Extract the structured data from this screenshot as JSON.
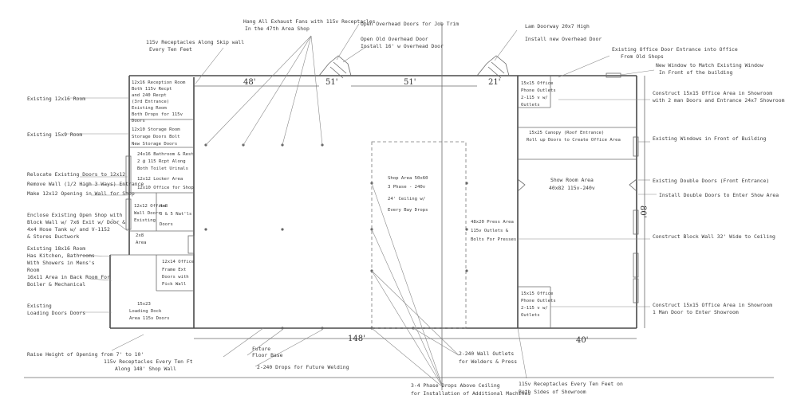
{
  "dimensions": {
    "top_left": "48'",
    "top_mid": "51'",
    "top_small_left": "51'",
    "top_small_right": "21'",
    "bottom_left": "148'",
    "bottom_right": "40'",
    "right_side": "80'"
  },
  "notes_top": {
    "receptacles_skip_wall": "115v Receptacles Along Skip wall",
    "receptacles_skip_wall_2": "Every Ten Feet",
    "exhaust_fans": "Hang All Exhaust Fans with 115v Receptacles",
    "exhaust_fans_2": "In the 47th Area Shop",
    "overhead_doors": "Open Overhead Doors for Job Trim",
    "overhead_doors_2": "Open Old Overhead Door",
    "overhead_doors_3": "Install 16' w Overhead Door",
    "right_door": "Lam Doorway 20x7 High",
    "right_door_2": "Install new Overhead Door",
    "office_entrance": "Existing Office Door Entrance into Office",
    "office_entrance_2": "From Old Shops",
    "new_window": "New Window to Match Existing Window",
    "new_window_2": "In Front of the building"
  },
  "notes_left": {
    "existing_room": "Existing 12x16 Room",
    "existing_room_2": "Existing 15x9 Room",
    "relocate_doors": "Relocate Existing Doors to 12x12",
    "remove_wall": "Remove Wall (1/2 High 3 Ways) Entrance",
    "make_opening": "Make 12x12 Opening in Wall for Shop",
    "enclose_opening": "Enclose Existing Open Shop with",
    "enclose_opening_2": "Block Wall w/ 7x6 Exit w/ Door &",
    "enclose_opening_3": "4x4 Hose Tank w/ and V-1152",
    "enclose_opening_4": "& Stores Ductwork",
    "existing_room_3": "Existing 18x16 Room",
    "existing_room_4": "Has Kitchen, Bathrooms",
    "existing_room_5": "With Showers in Mens's",
    "existing_room_6": "Room",
    "boiler_room": "16x11 Area in Back Room For",
    "boiler_room_2": "Boiler & Mechanical",
    "loading_doors": "Existing",
    "loading_doors_2": "Loading Doors Doors"
  },
  "notes_right": {
    "office_area": "Construct 15x15 Office Area in Showroom",
    "office_area_2": "with 2 man Doors and Entrance 24x7 Showroom",
    "windows_front": "Existing Windows in Front of Building",
    "double_doors": "Existing Double Doors (Front Entrance)",
    "install_double": "Install Double Doors to Enter Show Area",
    "block_wall": "Construct Block Wall 32' Wide to Ceiling",
    "office_area_b": "Construct 15x15 Office Area in Showroom",
    "office_area_b_2": "1 Man Door to Enter Showroom"
  },
  "notes_bottom": {
    "raise_height": "Raise Height of Opening from 7' to 10'",
    "receptacles_shop": "115v Receptacles Every Ten Ft",
    "receptacles_shop_2": "Along 148' Shop Wall",
    "future_bases": "Future",
    "future_bases_2": "Floor Base",
    "drops_future": "2-240 Drops for Future Welding",
    "wall_outlets": "2-240 Wall Outlets",
    "wall_outlets_2": "for Welders & Press",
    "three_phase": "3-4 Phase Drops Above Ceiling",
    "three_phase_2": "for Installation of Additional Machines",
    "receptacles_showroom": "115v Receptacles Every Ten Feet on",
    "receptacles_showroom_2": "Both Sides of Showroom"
  },
  "rooms": {
    "r1": [
      "12x16 Reception Room",
      "Both 115v Recpt",
      "and 240 Recpt",
      "(3rd Entrance)",
      "Existing Room",
      "Both Drops for 115v",
      "Doors"
    ],
    "r2": [
      "12x10 Storage Room",
      "Storage Doors Bolt",
      "New Storage Doors"
    ],
    "r3": [
      "24x16 Bathroom & Rest",
      "2 @ 115 Rcpt Along",
      "Both Toilet Urinals",
      "12x12 Locker Area",
      "12x10 Office for Shop"
    ],
    "r4": [
      "12x12 Office",
      "Wall Doors",
      "Existing"
    ],
    "r5": [
      "4x8",
      "3 & 5 Nat'ls",
      "Doors"
    ],
    "r6": [
      "2x8",
      "Area"
    ],
    "r7": [
      "12x14 Office",
      "Frame Ext",
      "Doors with",
      "Pick Wall"
    ],
    "r8": [
      "15x23",
      "Loading Dock",
      "Area 115v Doors"
    ],
    "shop_area": [
      "Shop Area 50x60",
      "3 Phase - 240v",
      "24' Ceiling w/",
      "Every Bay Drops"
    ],
    "press_area": [
      "48x20 Press Area",
      "115v Outlets &",
      "Bolts For Presses"
    ],
    "office_tr": [
      "15x15 Office",
      "Phone Outlets",
      "2-115 v w/",
      "Outlets"
    ],
    "canopy": [
      "15x25 Canopy (Roof Entrance)",
      "Roll up Doors to Create Office Area"
    ],
    "showroom": [
      "Show Room Area",
      "40x82 115v-240v"
    ],
    "office_br": [
      "15x15 Office",
      "Phone Outlets",
      "2-115 v w/",
      "Outlets"
    ]
  }
}
